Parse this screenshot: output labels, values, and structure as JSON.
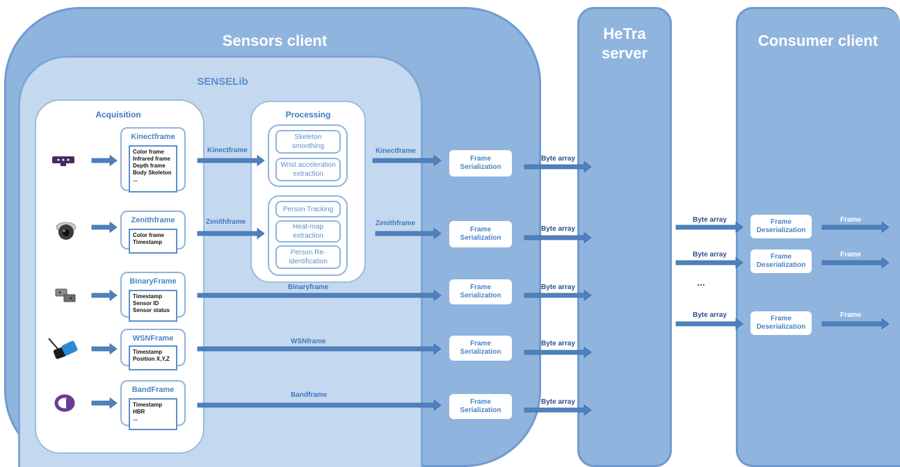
{
  "sensors_client": {
    "title": "Sensors client"
  },
  "hetra_server": {
    "title_line1": "HeTra",
    "title_line2": "server"
  },
  "consumer_client": {
    "title": "Consumer client"
  },
  "senselib": {
    "title": "SENSELib"
  },
  "acquisition": {
    "title": "Acquisition",
    "frames": [
      {
        "title": "Kinectframe",
        "fields": [
          "Color frame",
          "Infrared frame",
          "Depth frame",
          "Body Skeleton",
          "..."
        ]
      },
      {
        "title": "Zenithframe",
        "fields": [
          "Color frame",
          "Timestamp"
        ]
      },
      {
        "title": "BinaryFrame",
        "fields": [
          "Timestamp",
          "Sensor ID",
          "Sensor status"
        ]
      },
      {
        "title": "WSNFrame",
        "fields": [
          "Timestamp",
          "Position X,Y,Z"
        ]
      },
      {
        "title": "BandFrame",
        "fields": [
          "Timestamp",
          "HBR",
          "..."
        ]
      }
    ]
  },
  "processing": {
    "title": "Processing",
    "kinect_steps": [
      "Skeleton smoothing",
      "Wrist acceleration extraction"
    ],
    "zenith_steps": [
      "Person Tracking",
      "Heat-map extraction",
      "Person Re-identification"
    ]
  },
  "flow_labels": {
    "acq_to_proc": [
      "Kinectframe",
      "Zenithframe"
    ],
    "to_serialization": [
      "Kinectframe",
      "Zenithframe",
      "Binaryframe",
      "WSNframe",
      "Bandframe"
    ],
    "byte_array": "Byte array",
    "frame": "Frame",
    "ellipsis": "..."
  },
  "serialization_label": "Frame Serialization",
  "deserialization_label": "Frame Deserialization",
  "icons": [
    "kinect-sensor-icon",
    "zenith-camera-icon",
    "binary-door-sensor-icon",
    "wsn-sensor-icon",
    "wristband-icon"
  ],
  "colors": {
    "panel": "#8fb4de",
    "senselib": "#c4d8ef",
    "arrow": "#4f81bd",
    "accent": "#3f79bd"
  }
}
